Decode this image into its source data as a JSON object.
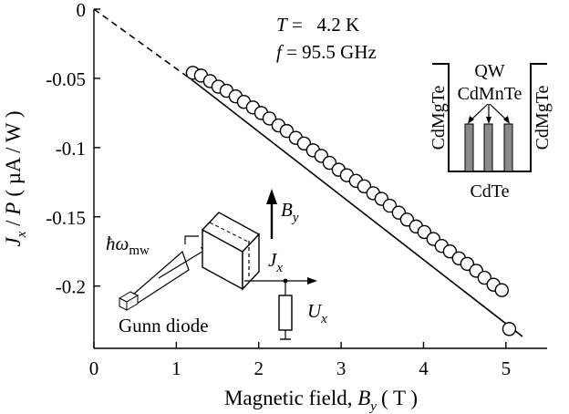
{
  "chart_data": {
    "type": "scatter",
    "xlabel": {
      "prefix": "Magnetic field, ",
      "var": "B",
      "sub": "y",
      "unit": "( T )"
    },
    "ylabel": {
      "var1": "J",
      "sub1": "x",
      "mid": " / ",
      "var2": "P",
      "unit": "( µA / W )"
    },
    "xlim": [
      0,
      5.5
    ],
    "ylim": [
      -0.245,
      0.0
    ],
    "xticks": [
      0,
      1,
      2,
      3,
      4,
      5
    ],
    "xtick_labels": [
      "0",
      "1",
      "2",
      "3",
      "4",
      "5"
    ],
    "yticks": [
      0,
      -0.05,
      -0.1,
      -0.15,
      -0.2
    ],
    "ytick_labels": [
      "0",
      "-0.05",
      "-0.1",
      "-0.15",
      "-0.2"
    ],
    "grid": false,
    "series": [
      {
        "role": "measurement",
        "style": "open circles",
        "x": [
          1.2,
          1.3,
          1.41,
          1.51,
          1.61,
          1.72,
          1.82,
          1.93,
          2.03,
          2.13,
          2.24,
          2.34,
          2.45,
          2.55,
          2.66,
          2.76,
          2.86,
          2.97,
          3.07,
          3.18,
          3.28,
          3.39,
          3.49,
          3.59,
          3.7,
          3.8,
          3.91,
          4.01,
          4.12,
          4.22,
          4.32,
          4.43,
          4.53,
          4.64,
          4.74,
          4.85,
          4.95,
          5.04
        ],
        "y": [
          -0.046,
          -0.048,
          -0.052,
          -0.056,
          -0.059,
          -0.063,
          -0.067,
          -0.071,
          -0.075,
          -0.079,
          -0.084,
          -0.088,
          -0.093,
          -0.097,
          -0.102,
          -0.106,
          -0.111,
          -0.116,
          -0.12,
          -0.124,
          -0.128,
          -0.133,
          -0.137,
          -0.142,
          -0.147,
          -0.152,
          -0.157,
          -0.161,
          -0.166,
          -0.171,
          -0.175,
          -0.18,
          -0.184,
          -0.189,
          -0.194,
          -0.199,
          -0.203,
          -0.231
        ]
      },
      {
        "role": "fit",
        "style": "solid line",
        "x": [
          1.2,
          5.2
        ],
        "y": [
          -0.0516,
          -0.2364
        ]
      },
      {
        "role": "extrapolation",
        "style": "dashed line",
        "x": [
          0.0,
          1.2
        ],
        "y": [
          0.0,
          -0.0516
        ]
      }
    ],
    "annotations": {
      "temperature": {
        "var": "T",
        "text": " =   4.2 K"
      },
      "frequency": {
        "var": "f",
        "text": " = 95.5 GHz"
      }
    },
    "inset_structure": {
      "qw": "QW",
      "barrier_left": "CdMgTe",
      "barrier_right": "CdMgTe",
      "magnetic_layers": "CdMnTe",
      "well": "CdTe"
    },
    "inset_setup": {
      "radiation": {
        "symbol": "ħω",
        "sub": "mw"
      },
      "field": {
        "var": "B",
        "sub": "y"
      },
      "current": {
        "var": "J",
        "sub": "x"
      },
      "voltage": {
        "var": "U",
        "sub": "x"
      },
      "source": "Gunn diode"
    }
  }
}
